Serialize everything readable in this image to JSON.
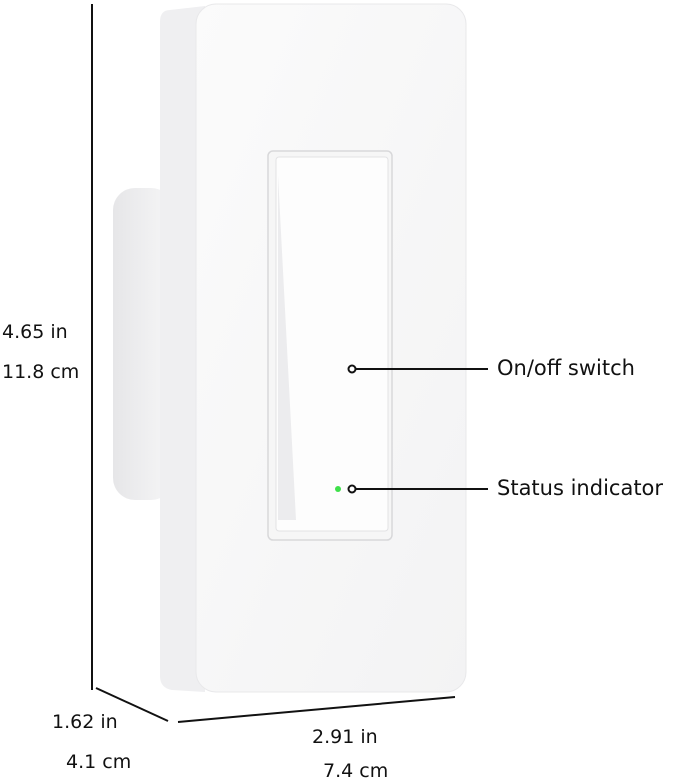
{
  "dimensions": {
    "height_in": "4.65 in",
    "height_cm": "11.8 cm",
    "depth_in": "1.62 in",
    "depth_cm": "4.1 cm",
    "width_in": "2.91 in",
    "width_cm": "7.4 cm"
  },
  "callouts": {
    "switch": "On/off switch",
    "indicator": "Status indicator"
  },
  "colors": {
    "indicator_led": "#3ee04a",
    "plate": "#ffffff",
    "lines": "#111111"
  }
}
